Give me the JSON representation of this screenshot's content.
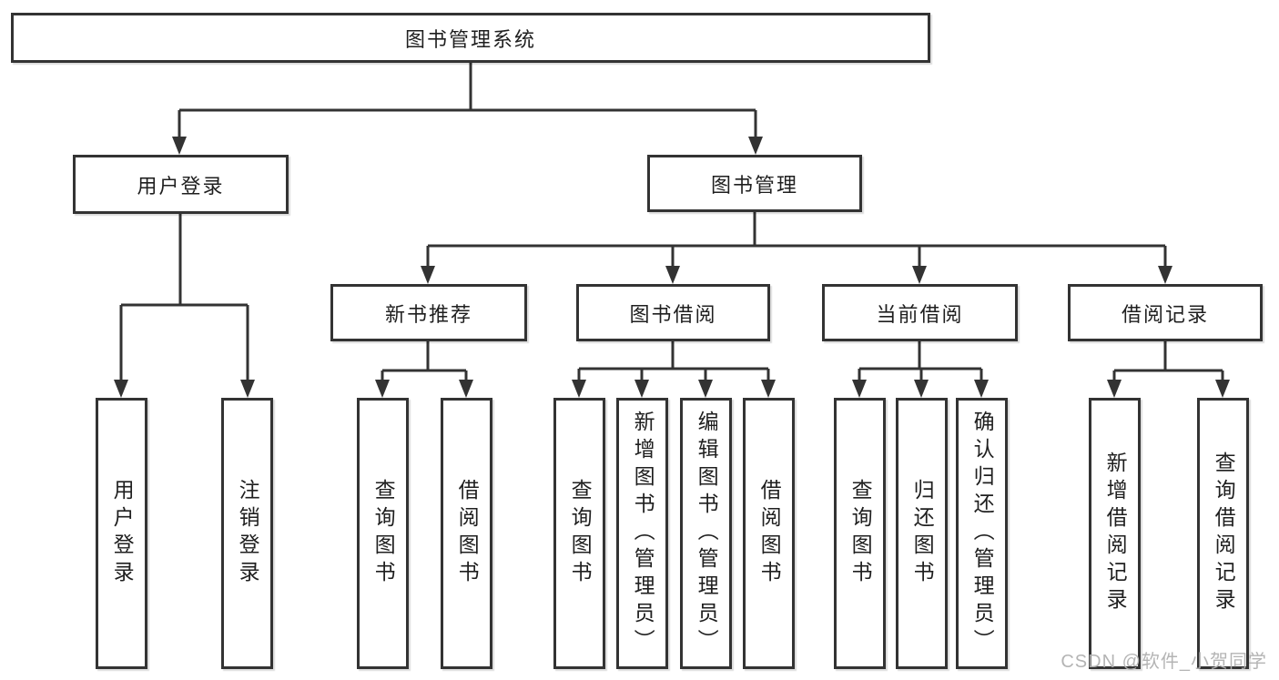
{
  "diagram_type": "hierarchy-tree",
  "tree": {
    "label": "图书管理系统",
    "children": [
      {
        "label": "用户登录",
        "children": [
          {
            "label": "用户登录"
          },
          {
            "label": "注销登录"
          }
        ]
      },
      {
        "label": "图书管理",
        "children": [
          {
            "label": "新书推荐",
            "children": [
              {
                "label": "查询图书"
              },
              {
                "label": "借阅图书"
              }
            ]
          },
          {
            "label": "图书借阅",
            "children": [
              {
                "label": "查询图书"
              },
              {
                "label": "新增图书（管理员）"
              },
              {
                "label": "编辑图书（管理员）"
              },
              {
                "label": "借阅图书"
              }
            ]
          },
          {
            "label": "当前借阅",
            "children": [
              {
                "label": "查询图书"
              },
              {
                "label": "归还图书"
              },
              {
                "label": "确认归还（管理员）"
              }
            ]
          },
          {
            "label": "借阅记录",
            "children": [
              {
                "label": "新增借阅记录"
              },
              {
                "label": "查询借阅记录"
              }
            ]
          }
        ]
      }
    ]
  },
  "watermark": {
    "text": "CSDN @软件_小贺同学"
  },
  "colors": {
    "background": "#ffffff",
    "box_fill": "#ffffff",
    "box_border": "#333333",
    "line": "#333333",
    "text": "#1f1f1f",
    "watermark": "#b1b1b1"
  }
}
